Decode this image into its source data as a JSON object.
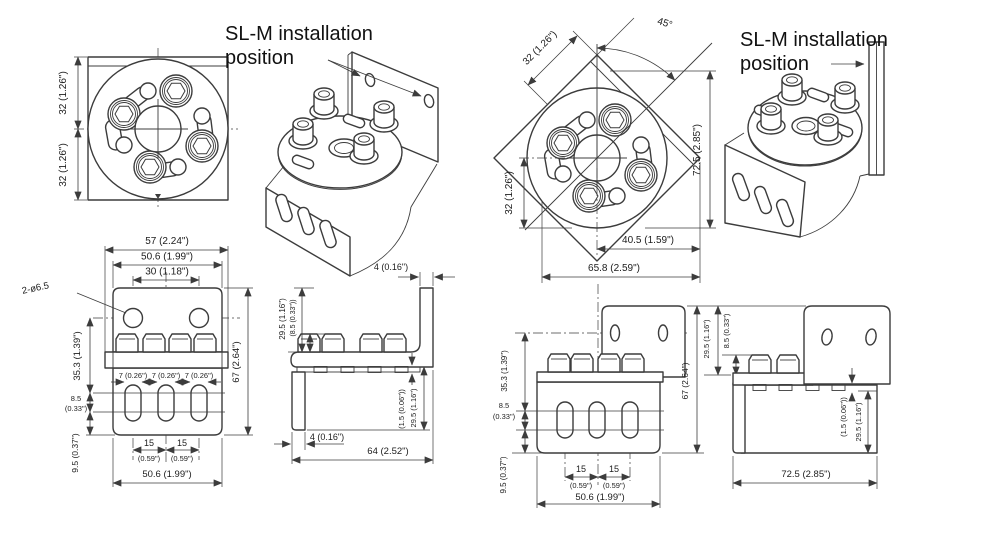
{
  "drawing": {
    "ink": "#3c3c3c",
    "background": "#ffffff"
  },
  "callouts": {
    "left": {
      "line1": "SL-M installation",
      "line2": "position"
    },
    "right": {
      "line1": "SL-M installation",
      "line2": "position"
    }
  },
  "views": {
    "front_square": {
      "dims": {
        "upper_half": "32 (1.26\")",
        "lower_half": "32 (1.26\")"
      }
    },
    "front_rotated": {
      "dims": {
        "angle": "45°",
        "edge": "32 (1.26\")",
        "left": "32 (1.26\")",
        "height": "72.5 (2.85\")",
        "center_to_corner": "40.5 (1.59\")",
        "overall_width": "65.8 (2.59\")"
      }
    },
    "ortho_front_left": {
      "dims": {
        "width_overall": "57 (2.24\")",
        "width_plate": "50.6 (1.99\")",
        "hole_spacing": "30 (1.18\")",
        "hole_callout": "2-ø6.5",
        "upper_height": "35.3 (1.39\")",
        "slot_height_a": "8.5",
        "slot_height_b": "(0.33\")",
        "bottom_margin": "9.5 (0.37\")",
        "slot_width_1": "7 (0.26\")",
        "slot_width_2": "7 (0.26\")",
        "slot_width_3": "7 (0.26\")",
        "height_overall": "67 (2.64\")",
        "slot_pitch_1": "15",
        "slot_pitch_2": "15",
        "slot_pitch_in_1": "(0.59\")",
        "slot_pitch_in_2": "(0.59\")",
        "width_bottom": "50.6 (1.99\")"
      }
    },
    "ortho_side_left": {
      "dims": {
        "thickness_top": "4 (0.16\")",
        "plate_height": "29.5 (1.16\")",
        "bolt_height": "(8.5 (0.33\"))",
        "serration": "(1.5 (0.06\"))",
        "lower_height": "29.5 (1.16\")",
        "thickness_bottom": "4 (0.16\")",
        "depth_overall": "64 (2.52\")"
      }
    },
    "ortho_front_right": {
      "dims": {
        "upper_height": "35.3 (1.39\")",
        "slot_height_a": "8.5",
        "slot_height_b": "(0.33\")",
        "bottom_margin": "9.5 (0.37\")",
        "slot_pitch_1": "15",
        "slot_pitch_2": "15",
        "slot_pitch_in_1": "(0.59\")",
        "slot_pitch_in_2": "(0.59\")",
        "width_bottom": "50.6 (1.99\")",
        "height_overall": "67 (2.64\")",
        "plate_height": "29.5 (1.16\")",
        "bolt_height": "8.5 (0.33\")"
      }
    },
    "ortho_side_right": {
      "dims": {
        "serration": "(1.5 (0.06\"))",
        "lower_height": "29.5 (1.16\")",
        "depth_overall": "72.5 (2.85\")"
      }
    }
  }
}
